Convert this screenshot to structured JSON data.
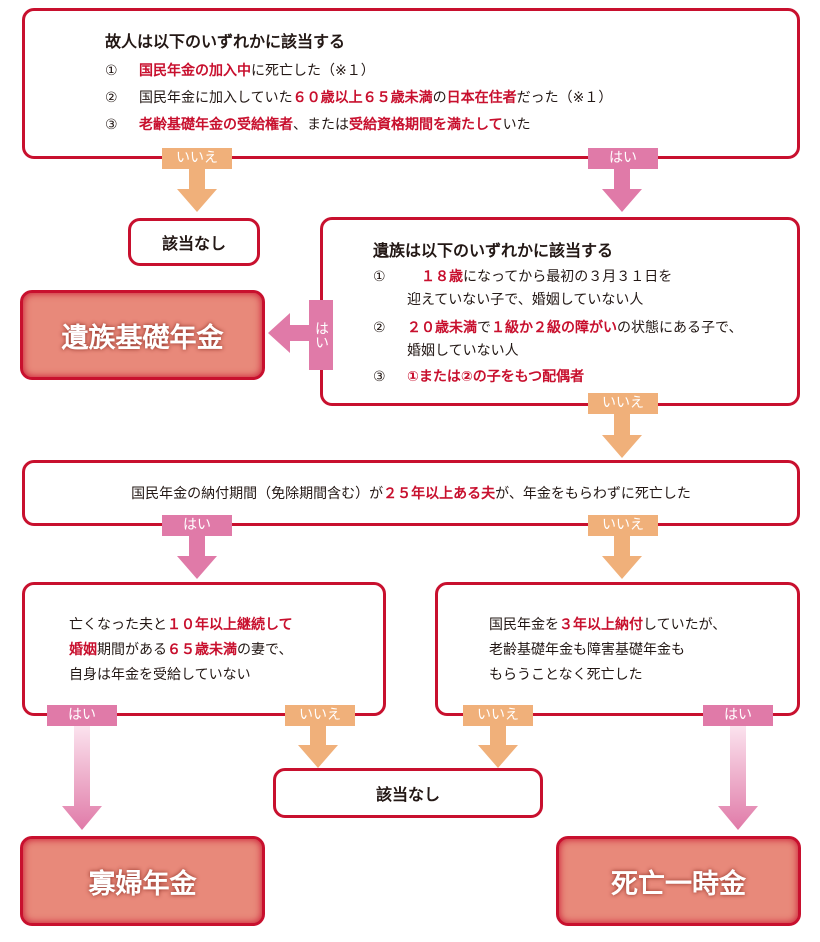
{
  "q1": {
    "title": "故人は以下のいずれかに該当する",
    "items": [
      {
        "num": "①",
        "segs": [
          {
            "t": "国民年金の加入中",
            "red": true
          },
          {
            "t": "に死亡した（※１）"
          }
        ]
      },
      {
        "num": "②",
        "segs": [
          {
            "t": "国民年金に加入していた"
          },
          {
            "t": "６０歳以上６５歳未満",
            "red": true
          },
          {
            "t": "の"
          },
          {
            "t": "日本在住者",
            "red": true
          },
          {
            "t": "だった（※１）"
          }
        ]
      },
      {
        "num": "③",
        "segs": [
          {
            "t": "老齢基礎年金の受給権者",
            "red": true
          },
          {
            "t": "、または"
          },
          {
            "t": "受給資格期間を満たして",
            "red": true
          },
          {
            "t": "いた"
          }
        ]
      }
    ]
  },
  "q2": {
    "title": "遺族は以下のいずれかに該当する",
    "items": [
      {
        "num": "①",
        "segs": [
          {
            "t": "　１８歳",
            "red": true
          },
          {
            "t": "になってから最初の３月３１日を"
          }
        ],
        "line2": "迎えていない子で、婚姻していない人"
      },
      {
        "num": "②",
        "segs": [
          {
            "t": "２０歳未満",
            "red": true
          },
          {
            "t": "で"
          },
          {
            "t": "１級か２級の障がい",
            "red": true
          },
          {
            "t": "の状態にある子で、"
          }
        ],
        "line2": "婚姻していない人"
      },
      {
        "num": "③",
        "segs": [
          {
            "t": "①または②の子をもつ配偶者",
            "red": true
          }
        ]
      }
    ]
  },
  "q3": {
    "segs": [
      {
        "t": "国民年金の納付期間（免除期間含む）が"
      },
      {
        "t": "２５年以上ある夫",
        "red": true
      },
      {
        "t": "が、年金をもらわずに死亡した"
      }
    ]
  },
  "q4": {
    "lines": [
      [
        {
          "t": "亡くなった夫と"
        },
        {
          "t": "１０年以上継続して",
          "red": true
        }
      ],
      [
        {
          "t": "婚姻",
          "red": true
        },
        {
          "t": "期間がある"
        },
        {
          "t": "６５歳未満",
          "red": true
        },
        {
          "t": "の妻で、"
        }
      ],
      [
        {
          "t": "自身は年金を受給していない"
        }
      ]
    ]
  },
  "q5": {
    "lines": [
      [
        {
          "t": "国民年金を"
        },
        {
          "t": "３年以上納付",
          "red": true
        },
        {
          "t": "していたが、"
        }
      ],
      [
        {
          "t": "老齢基礎年金も障害基礎年金も"
        }
      ],
      [
        {
          "t": "もらうことなく死亡した"
        }
      ]
    ]
  },
  "labels": {
    "yes": "はい",
    "no": "いいえ",
    "none": "該当なし"
  },
  "results": {
    "survivor": "遺族基礎年金",
    "widow": "寡婦年金",
    "death": "死亡一時金"
  },
  "colors": {
    "border": "#c8102e",
    "yes": "#e07aa8",
    "no": "#f0b07a",
    "result": "#e8897a"
  }
}
